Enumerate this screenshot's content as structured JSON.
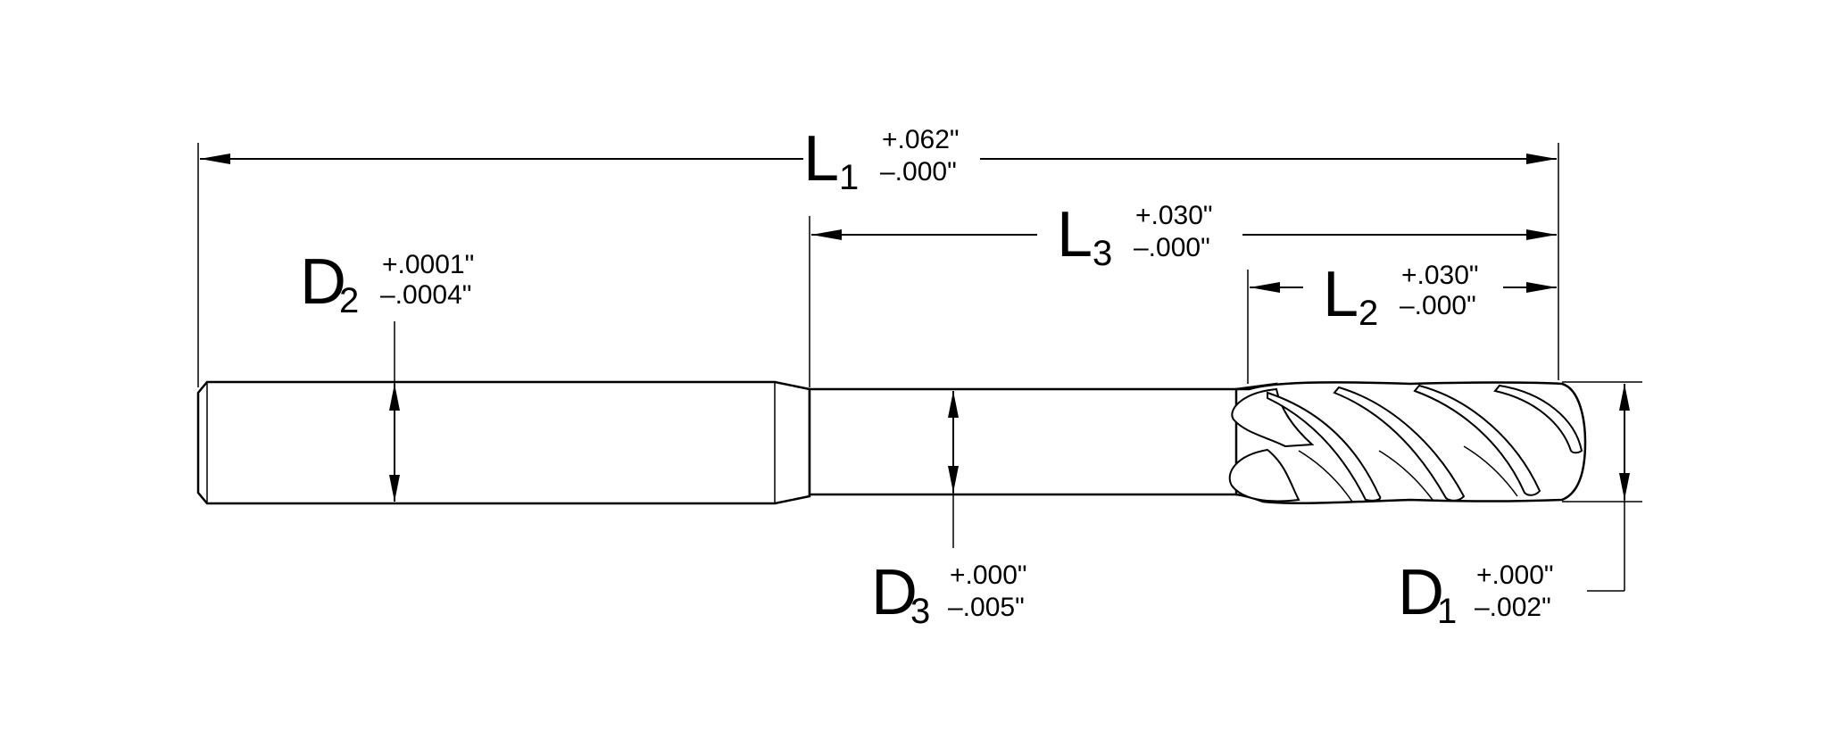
{
  "dimensions": {
    "L1": {
      "letter": "L",
      "sub": "1",
      "tol_plus": "+.062\"",
      "tol_minus": "–.000\""
    },
    "L3": {
      "letter": "L",
      "sub": "3",
      "tol_plus": "+.030\"",
      "tol_minus": "–.000\""
    },
    "L2": {
      "letter": "L",
      "sub": "2",
      "tol_plus": "+.030\"",
      "tol_minus": "–.000\""
    },
    "D2": {
      "letter": "D",
      "sub": "2",
      "tol_plus": "+.0001\"",
      "tol_minus": "–.0004\""
    },
    "D3": {
      "letter": "D",
      "sub": "3",
      "tol_plus": "+.000\"",
      "tol_minus": "–.005\""
    },
    "D1": {
      "letter": "D",
      "sub": "1",
      "tol_plus": "+.000\"",
      "tol_minus": "–.002\""
    }
  }
}
